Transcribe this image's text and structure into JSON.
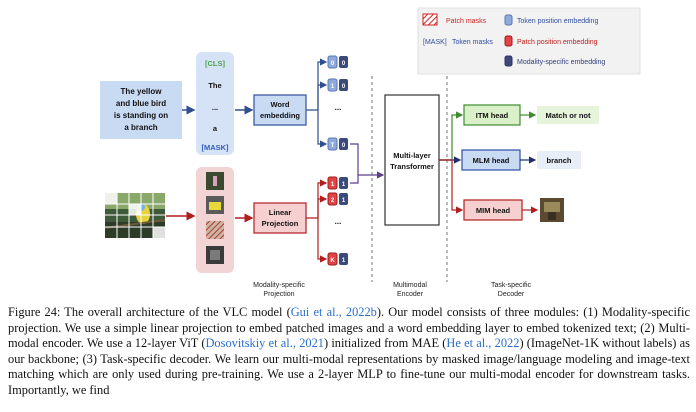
{
  "figure": {
    "legend": {
      "patch_masks": "Patch masks",
      "mask_tag": "[MASK]",
      "token_masks": "Token masks",
      "token_position": "Token position embedding",
      "patch_position": "Patch position embedding",
      "modality_specific": "Modality-specific embedding"
    },
    "input_text": [
      "The yellow",
      "and blue bird",
      "is standing on",
      "a branch"
    ],
    "tokens": [
      "[CLS]",
      "The",
      "...",
      "a",
      "[MASK]"
    ],
    "word_embedding": [
      "Word",
      "embedding"
    ],
    "linear_projection": [
      "Linear",
      "Projection"
    ],
    "text_embeds": [
      [
        "0",
        "0"
      ],
      [
        "1",
        "0"
      ],
      [
        "...",
        ""
      ],
      [
        "T",
        "0"
      ]
    ],
    "image_embeds": [
      [
        "1",
        "1"
      ],
      [
        "2",
        "1"
      ],
      [
        "...",
        ""
      ],
      [
        "K",
        "1"
      ]
    ],
    "encoder": [
      "Multi-layer",
      "Transformer"
    ],
    "heads": {
      "itm": "ITM head",
      "mlm": "MLM head",
      "mim": "MIM head",
      "itm_out": "Match or not",
      "mlm_out": "branch"
    },
    "section_labels": {
      "projection": [
        "Modality-specific",
        "Projection"
      ],
      "encoder": [
        "Multimodal",
        "Encoder"
      ],
      "decoder": [
        "Task-specific",
        "Decoder"
      ]
    }
  },
  "caption": {
    "label": "Figure 24:",
    "t1": " The overall architecture of the VLC model (",
    "cite1": "Gui et al., 2022b",
    "t2": "). Our model consists of three modules: (1) Modality-specific projection. We use a simple linear projection to embed patched images and a word embedding layer to embed tokenized text; (2) Multi-modal encoder. We use a 12-layer ViT (",
    "cite2": "Dosovitskiy et al., 2021",
    "t3": ") initialized from MAE (",
    "cite3": "He et al., 2022",
    "t4": ") (ImageNet-1K without labels) as our backbone; (3) Task-specific decoder. We learn our multi-modal representations by masked image/language modeling and image-text matching which are only used during pre-training. We use a 2-layer MLP to fine-tune our multi-modal encoder for downstream tasks. Importantly, we find"
  }
}
